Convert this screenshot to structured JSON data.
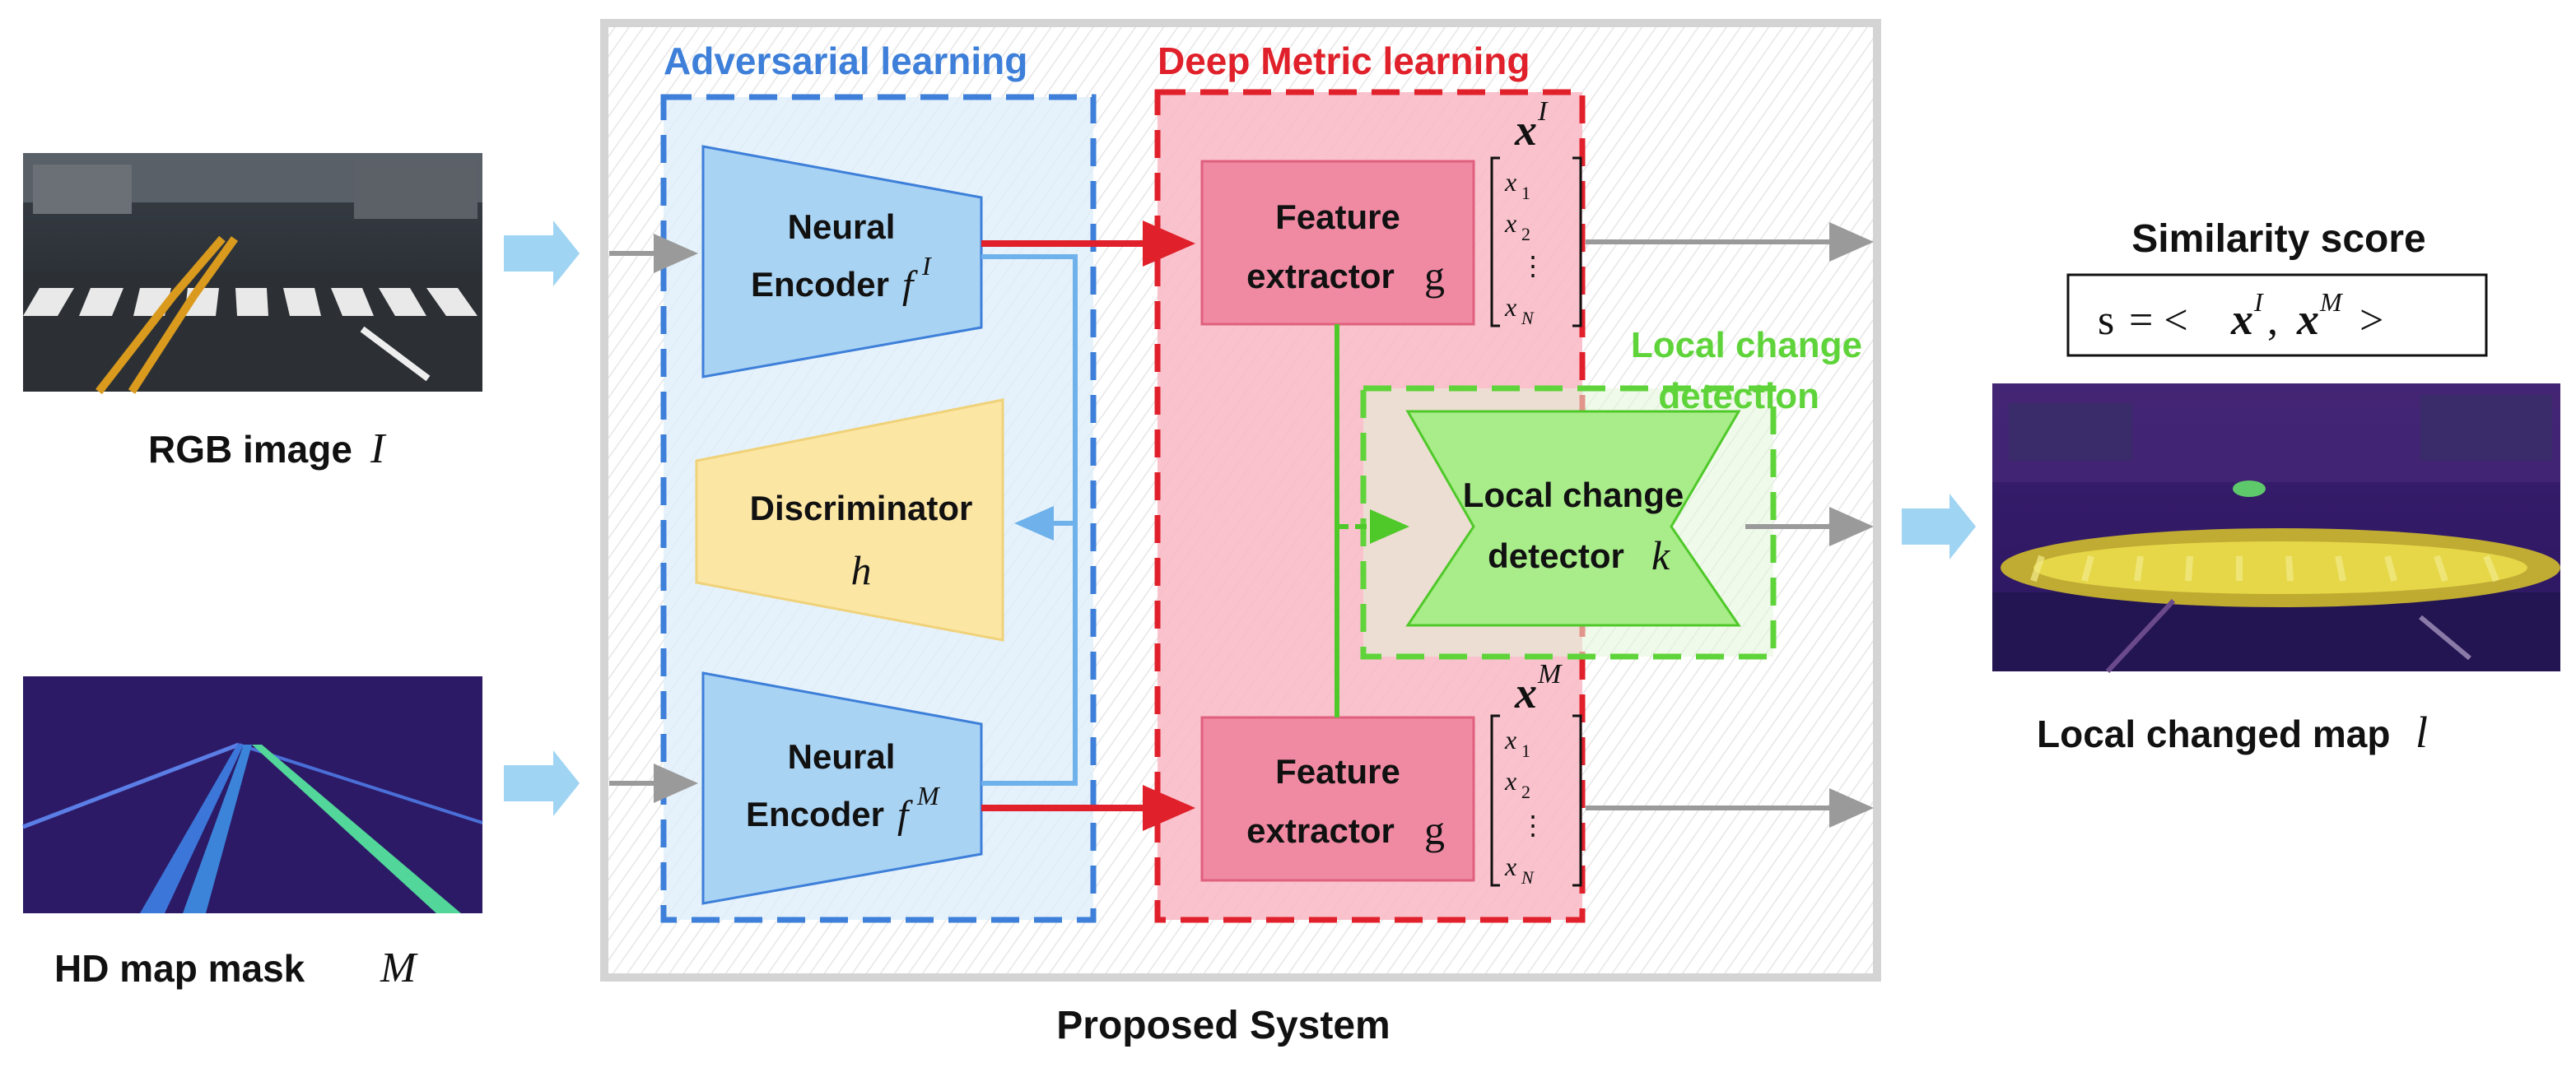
{
  "inputs": {
    "rgb_label": "RGB image",
    "rgb_symbol": "I",
    "hd_label": "HD map mask",
    "hd_symbol": "M"
  },
  "system": {
    "title": "Proposed System"
  },
  "adversarial": {
    "title": "Adversarial learning",
    "encoder_label": "Neural",
    "encoder_label2": "Encoder",
    "encoder_sym": "f",
    "encoder_top_sup": "I",
    "encoder_bottom_sup": "M",
    "discriminator_label": "Discriminator",
    "discriminator_sym": "h"
  },
  "metric": {
    "title": "Deep Metric learning",
    "extractor_label": "Feature",
    "extractor_label2": "extractor",
    "extractor_sym": "g",
    "vec_top": "x",
    "vec_top_sup": "I",
    "vec_bottom": "x",
    "vec_bottom_sup": "M",
    "vec_e1": "x",
    "vec_e1_sub": "1",
    "vec_e2": "x",
    "vec_e2_sub": "2",
    "vec_dots": "⋮",
    "vec_en": "x",
    "vec_en_sub": "N"
  },
  "local": {
    "title_line1": "Local change",
    "title_line2": "detection",
    "detector_label": "Local change",
    "detector_label2": "detector",
    "detector_sym": "k"
  },
  "outputs": {
    "similarity_title": "Similarity score",
    "formula_s": "s",
    "formula_eq": "= <",
    "formula_x1": "x",
    "formula_x1_sup": "I",
    "formula_comma": ",",
    "formula_x2": "x",
    "formula_x2_sup": "M",
    "formula_gt": ">",
    "map_label": "Local changed map",
    "map_symbol": "l"
  },
  "colors": {
    "adversarial_accent": "#3d7fd9",
    "metric_accent": "#e0202a",
    "local_accent": "#5fd43a",
    "encoder_fill": "#a9d3f3",
    "discriminator_fill": "#fbe6a4",
    "extractor_fill": "#f08aa3",
    "detector_fill": "#a9ec8a",
    "arrow_gray": "#9a9a9a",
    "arrow_light_blue": "#9fd4f3"
  }
}
